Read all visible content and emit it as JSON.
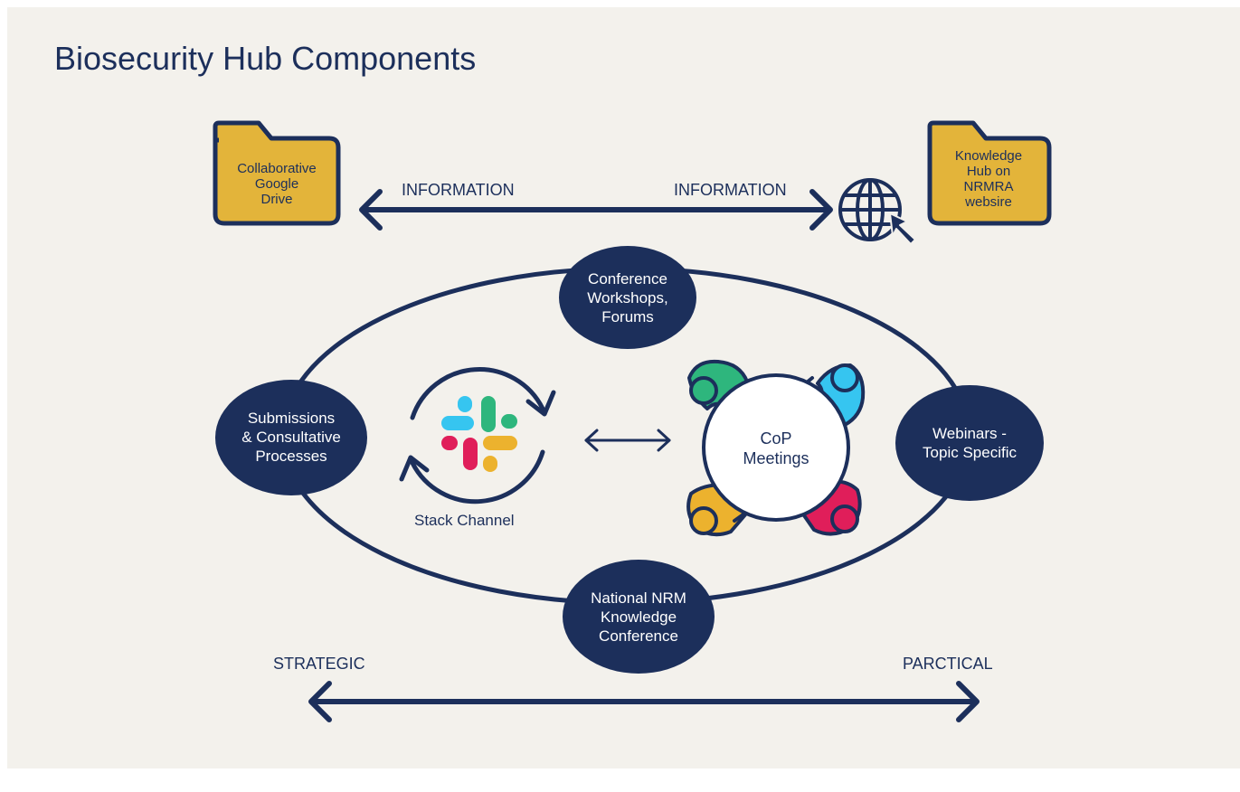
{
  "title": "Biosecurity Hub Components",
  "colors": {
    "background": "#f3f1ec",
    "navy": "#1c2f5b",
    "folder": "#e3b43a",
    "green": "#2eb67d",
    "blue": "#36c5f0",
    "red": "#e01e5a",
    "yellow": "#ecb22e"
  },
  "top": {
    "google_drive": "Collaborative\nGoogle\nDrive",
    "knowledge_hub": "Knowledge\nHub on\nNRMRA\nwebsire",
    "info_left": "INFORMATION",
    "info_right": "INFORMATION"
  },
  "nodes": {
    "conference_workshops": "Conference\nWorkshops,\nForums",
    "submissions": "Submissions\n& Consultative\nProcesses",
    "webinars": "Webinars -\nTopic Specific",
    "national_conference": "National NRM\nKnowledge\nConference"
  },
  "center": {
    "slack_label": "Stack Channel",
    "cop_label": "CoP\nMeetings"
  },
  "bottom": {
    "left_label": "STRATEGIC",
    "right_label": "PARCTICAL"
  },
  "icons": [
    "folder-icon",
    "globe-icon",
    "cursor-icon",
    "slack-logo-icon",
    "refresh-arrows-icon",
    "people-circle-icon"
  ]
}
